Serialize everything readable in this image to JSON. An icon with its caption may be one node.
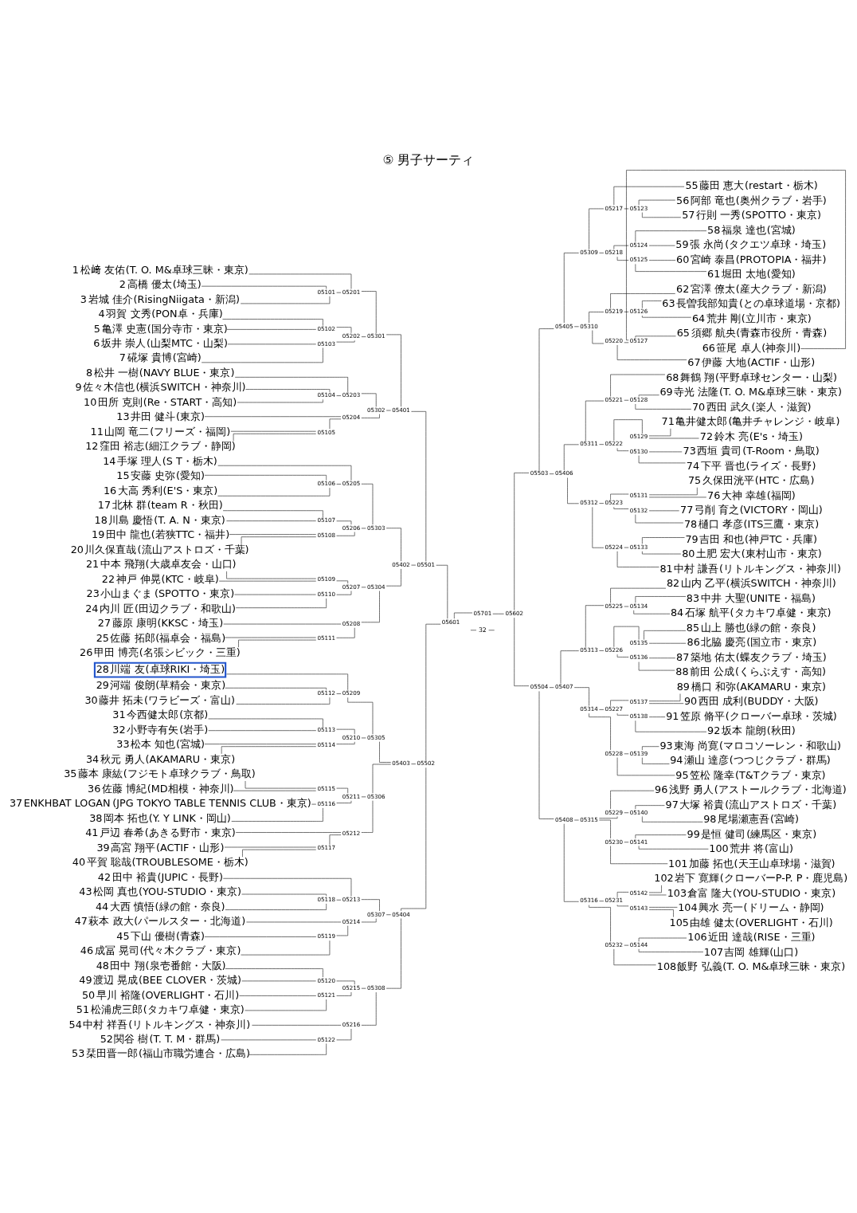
{
  "diagram": {
    "title": "⑤ 男子サーティ",
    "nodes": [
      {
        "text": [
          "1",
          "松﨑 友佑",
          "(T. O. M&卓球三昧・東京)"
        ]
      },
      {
        "text": [
          "2",
          "高橋 優太",
          "(埼玉)"
        ]
      },
      {
        "text": [
          "3",
          "岩城 佳介",
          "(RisingNiigata・新潟)"
        ]
      },
      {
        "text": [
          "4",
          "羽賀 文秀",
          "(PON卓・兵庫)"
        ]
      },
      {
        "text": [
          "5",
          "亀澤 史憲",
          "(国分寺市・東京)"
        ]
      },
      {
        "text": [
          "6",
          "坂井 崇人",
          "(山梨MTC・山梨)"
        ]
      },
      {
        "text": [
          "7",
          "硴塚 貴博",
          "(宮崎)"
        ]
      },
      {
        "text": [
          "8",
          "松井 一樹",
          "(NAVY BLUE・東京)"
        ]
      },
      {
        "text": [
          "9",
          "佐々木信也",
          "(横浜SWITCH・神奈川)"
        ]
      },
      {
        "text": [
          "10",
          "田所 克則",
          "(Re・START・高知)"
        ]
      },
      {
        "text": [
          "11",
          "山岡 竜二",
          "(フリーズ・福岡)"
        ]
      },
      {
        "text": [
          "12",
          "窪田 裕志",
          "(細江クラブ・静岡)"
        ]
      },
      {
        "text": [
          "13",
          "井田 健斗",
          "(東京)"
        ]
      },
      {
        "text": [
          "14",
          "手塚 理人",
          "(S T・栃木)"
        ]
      },
      {
        "text": [
          "15",
          "安藤 史弥",
          "(愛知)"
        ]
      },
      {
        "text": [
          "16",
          "大高 秀利",
          "(E'S・東京)"
        ]
      },
      {
        "text": [
          "17",
          "北林 群",
          "(team R・秋田)"
        ]
      },
      {
        "text": [
          "18",
          "川島 慶悟",
          "(T. A. N・東京)"
        ]
      },
      {
        "text": [
          "19",
          "田中 龍也",
          "(若狭TTC・福井)"
        ]
      },
      {
        "text": [
          "20",
          "川久保直哉",
          "(流山アストロズ・千葉)"
        ]
      },
      {
        "text": [
          "21",
          "中本 飛翔",
          "(大歳卓友会・山口)"
        ]
      },
      {
        "text": [
          "22",
          "神戸 伸晃",
          "(KTC・岐阜)"
        ]
      },
      {
        "text": [
          "23",
          "小山まぐま",
          "(SPOTTO・東京)"
        ]
      },
      {
        "text": [
          "24",
          "内川 匠",
          "(田辺クラブ・和歌山)"
        ]
      },
      {
        "text": [
          "25",
          "佐藤 拓郎",
          "(福卓会・福島)"
        ]
      },
      {
        "text": [
          "26",
          "甲田 博亮",
          "(名張シビック・三重)"
        ]
      },
      {
        "text": [
          "27",
          "藤原 康明",
          "(KKSC・埼玉)"
        ]
      },
      {
        "text": [
          "28",
          "川端 友",
          "(卓球RIKI・埼玉)"
        ]
      },
      {
        "text": [
          "29",
          "河端 俊朗",
          "(草精会・東京)"
        ]
      },
      {
        "text": [
          "30",
          "藤井 拓未",
          "(ワラビーズ・富山)"
        ]
      },
      {
        "text": [
          "31",
          "今西健太郎",
          "(京都)"
        ]
      },
      {
        "text": [
          "32",
          "小野寺有矢",
          "(岩手)"
        ]
      },
      {
        "text": [
          "33",
          "松本 知也",
          "(宮城)"
        ]
      },
      {
        "text": [
          "34",
          "秋元 勇人",
          "(AKAMARU・東京)"
        ]
      },
      {
        "text": [
          "35",
          "藤本 康紘",
          "(フジモト卓球クラブ・鳥取)"
        ]
      },
      {
        "text": [
          "36",
          "佐藤 博紀",
          "(MD相模・神奈川)"
        ]
      },
      {
        "text": [
          "37",
          "ENKHBAT LOGAN",
          "(JPG TOKYO TABLE TENNIS CLUB・東京)"
        ]
      },
      {
        "text": [
          "38",
          "岡本 拓也",
          "(Y. Y LINK・岡山)"
        ]
      },
      {
        "text": [
          "39",
          "高宮 翔平",
          "(ACTIF・山形)"
        ]
      },
      {
        "text": [
          "40",
          "平賀 聡哉",
          "(TROUBLESOME・栃木)"
        ]
      },
      {
        "text": [
          "41",
          "戸辺 春希",
          "(あきる野市・東京)"
        ]
      },
      {
        "text": [
          "42",
          "田中 裕貴",
          "(JUPIC・長野)"
        ]
      },
      {
        "text": [
          "43",
          "松岡 真也",
          "(YOU-STUDIO・東京)"
        ]
      },
      {
        "text": [
          "44",
          "大西 慎悟",
          "(緑の館・奈良)"
        ]
      },
      {
        "text": [
          "45",
          "下山 優樹",
          "(青森)"
        ]
      },
      {
        "text": [
          "46",
          "成冨 晃司",
          "(代々木クラブ・東京)"
        ]
      },
      {
        "text": [
          "47",
          "萩本 政大",
          "(パールスター・北海道)"
        ]
      },
      {
        "text": [
          "48",
          "田中 翔",
          "(泉壱番館・大阪)"
        ]
      },
      {
        "text": [
          "49",
          "渡辺 晃成",
          "(BEE CLOVER・茨城)"
        ]
      },
      {
        "text": [
          "50",
          "早川 裕隆",
          "(OVERLIGHT・石川)"
        ]
      },
      {
        "text": [
          "51",
          "松浦虎三郎",
          "(タカキワ卓健・東京)"
        ]
      },
      {
        "text": [
          "52",
          "関谷 樹",
          "(T. T. M・群馬)"
        ]
      },
      {
        "text": [
          "53",
          "栞田晋一郎",
          "(福山市職労連合・広島)"
        ]
      },
      {
        "text": [
          "54",
          "中村 祥吾",
          "(リトルキングス・神奈川)"
        ]
      },
      {
        "text": [
          "55",
          "藤田 恵大",
          "(restart・栃木)"
        ]
      },
      {
        "text": [
          "56",
          "阿部 竜也",
          "(奥州クラブ・岩手)"
        ]
      },
      {
        "text": [
          "57",
          "行則 一秀",
          "(SPOTTO・東京)"
        ]
      },
      {
        "text": [
          "58",
          "福泉 達也",
          "(宮城)"
        ]
      },
      {
        "text": [
          "59",
          "張 永尚",
          "(タクエツ卓球・埼玉)"
        ]
      },
      {
        "text": [
          "60",
          "宮崎 泰昌",
          "(PROTOPIA・福井)"
        ]
      },
      {
        "text": [
          "61",
          "堀田 太地",
          "(愛知)"
        ]
      },
      {
        "text": [
          "62",
          "宮澤 僚太",
          "(産大クラブ・新潟)"
        ]
      },
      {
        "text": [
          "63",
          "長曽我部知貴",
          "(との卓球道場・京都)"
        ]
      },
      {
        "text": [
          "64",
          "荒井 剛",
          "(立川市・東京)"
        ]
      },
      {
        "text": [
          "65",
          "須郷 航央",
          "(青森市役所・青森)"
        ]
      },
      {
        "text": [
          "66",
          "笹尾 卓人",
          "(神奈川)"
        ]
      },
      {
        "text": [
          "67",
          "伊藤 大地",
          "(ACTIF・山形)"
        ]
      },
      {
        "text": [
          "68",
          "舞鶴 翔",
          "(平野卓球センター・山梨)"
        ]
      },
      {
        "text": [
          "69",
          "寺光 法隆",
          "(T. O. M&卓球三昧・東京)"
        ]
      },
      {
        "text": [
          "70",
          "西田 武久",
          "(楽人・滋賀)"
        ]
      },
      {
        "text": [
          "71",
          "亀井健太郎",
          "(亀井チャレンジ・岐阜)"
        ]
      },
      {
        "text": [
          "72",
          "鈴木 亮",
          "(E's・埼玉)"
        ]
      },
      {
        "text": [
          "73",
          "西垣 貴司",
          "(T-Room・鳥取)"
        ]
      },
      {
        "text": [
          "74",
          "下平 晋也",
          "(ライズ・長野)"
        ]
      },
      {
        "text": [
          "75",
          "久保田洸平",
          "(HTC・広島)"
        ]
      },
      {
        "text": [
          "76",
          "大神 幸雄",
          "(福岡)"
        ]
      },
      {
        "text": [
          "77",
          "弓削 育之",
          "(VICTORY・岡山)"
        ]
      },
      {
        "text": [
          "78",
          "樋口 孝彦",
          "(ITS三鷹・東京)"
        ]
      },
      {
        "text": [
          "79",
          "吉田 和也",
          "(神戸TC・兵庫)"
        ]
      },
      {
        "text": [
          "80",
          "土肥 宏大",
          "(東村山市・東京)"
        ]
      },
      {
        "text": [
          "81",
          "中村 謙吾",
          "(リトルキングス・神奈川)"
        ]
      },
      {
        "text": [
          "82",
          "山内 乙平",
          "(横浜SWITCH・神奈川)"
        ]
      },
      {
        "text": [
          "83",
          "中井 大聖",
          "(UNITE・福島)"
        ]
      },
      {
        "text": [
          "84",
          "石塚 航平",
          "(タカキワ卓健・東京)"
        ]
      },
      {
        "text": [
          "85",
          "山上 勝也",
          "(緑の館・奈良)"
        ]
      },
      {
        "text": [
          "86",
          "北脇 慶亮",
          "(国立市・東京)"
        ]
      },
      {
        "text": [
          "87",
          "築地 佑太",
          "(蝶友クラブ・埼玉)"
        ]
      },
      {
        "text": [
          "88",
          "前田 公成",
          "(くらぶえす・高知)"
        ]
      },
      {
        "text": [
          "89",
          "橋口 和弥",
          "(AKAMARU・東京)"
        ]
      },
      {
        "text": [
          "90",
          "西田 成利",
          "(BUDDY・大阪)"
        ]
      },
      {
        "text": [
          "91",
          "笠原 脩平",
          "(クローバー卓球・茨城)"
        ]
      },
      {
        "text": [
          "92",
          "坂本 龍朗",
          "(秋田)"
        ]
      },
      {
        "text": [
          "93",
          "東海 尚寛",
          "(マロコソーレン・和歌山)"
        ]
      },
      {
        "text": [
          "94",
          "瀬山 達彦",
          "(つつじクラブ・群馬)"
        ]
      },
      {
        "text": [
          "95",
          "笠松 隆幸",
          "(T&Tクラブ・東京)"
        ]
      },
      {
        "text": [
          "96",
          "浅野 勇人",
          "(アストールクラブ・北海道)"
        ]
      },
      {
        "text": [
          "97",
          "大塚 裕貴",
          "(流山アストロズ・千葉)"
        ]
      },
      {
        "text": [
          "98",
          "尾場瀬憲吾",
          "(宮崎)"
        ]
      },
      {
        "text": [
          "99",
          "是恒 健司",
          "(練馬区・東京)"
        ]
      },
      {
        "text": [
          "100",
          "荒井 将",
          "(富山)"
        ]
      },
      {
        "text": [
          "101",
          "加藤 拓也",
          "(天王山卓球場・滋賀)"
        ]
      },
      {
        "text": [
          "102",
          "岩下 寛輝",
          "(クローバーP-P. P・鹿児島)"
        ]
      },
      {
        "text": [
          "103",
          "倉富 隆大",
          "(YOU-STUDIO・東京)"
        ]
      },
      {
        "text": [
          "104",
          "興水 亮一",
          "(ドリーム・静岡)"
        ]
      },
      {
        "text": [
          "105",
          "由雄 健太",
          "(OVERLIGHT・石川)"
        ]
      },
      {
        "text": [
          "106",
          "近田 達哉",
          "(RISE・三重)"
        ]
      },
      {
        "text": [
          "107",
          "吉岡 雄輝",
          "(山口)"
        ]
      },
      {
        "text": [
          "108",
          "飯野 弘義",
          "(T. O. M&卓球三昧・東京)"
        ]
      },
      {
        "text": [
          "05101"
        ]
      },
      {
        "text": [
          "05102"
        ]
      },
      {
        "text": [
          "05103"
        ]
      },
      {
        "text": [
          "05104"
        ]
      },
      {
        "text": [
          "05105"
        ]
      },
      {
        "text": [
          "05106"
        ]
      },
      {
        "text": [
          "05107"
        ]
      },
      {
        "text": [
          "05108"
        ]
      },
      {
        "text": [
          "05109"
        ]
      },
      {
        "text": [
          "05110"
        ]
      },
      {
        "text": [
          "05111"
        ]
      },
      {
        "text": [
          "05112"
        ]
      },
      {
        "text": [
          "05113"
        ]
      },
      {
        "text": [
          "05114"
        ]
      },
      {
        "text": [
          "05115"
        ]
      },
      {
        "text": [
          "05116"
        ]
      },
      {
        "text": [
          "05117"
        ]
      },
      {
        "text": [
          "05118"
        ]
      },
      {
        "text": [
          "05119"
        ]
      },
      {
        "text": [
          "05120"
        ]
      },
      {
        "text": [
          "05121"
        ]
      },
      {
        "text": [
          "05122"
        ]
      },
      {
        "text": [
          "05201"
        ]
      },
      {
        "text": [
          "05202"
        ]
      },
      {
        "text": [
          "05203"
        ]
      },
      {
        "text": [
          "05204"
        ]
      },
      {
        "text": [
          "05205"
        ]
      },
      {
        "text": [
          "05206"
        ]
      },
      {
        "text": [
          "05207"
        ]
      },
      {
        "text": [
          "05208"
        ]
      },
      {
        "text": [
          "05209"
        ]
      },
      {
        "text": [
          "05210"
        ]
      },
      {
        "text": [
          "05211"
        ]
      },
      {
        "text": [
          "05212"
        ]
      },
      {
        "text": [
          "05213"
        ]
      },
      {
        "text": [
          "05214"
        ]
      },
      {
        "text": [
          "05215"
        ]
      },
      {
        "text": [
          "05216"
        ]
      },
      {
        "text": [
          "05301"
        ]
      },
      {
        "text": [
          "05302"
        ]
      },
      {
        "text": [
          "05303"
        ]
      },
      {
        "text": [
          "05304"
        ]
      },
      {
        "text": [
          "05305"
        ]
      },
      {
        "text": [
          "05306"
        ]
      },
      {
        "text": [
          "05307"
        ]
      },
      {
        "text": [
          "05308"
        ]
      },
      {
        "text": [
          "05401"
        ]
      },
      {
        "text": [
          "05402"
        ]
      },
      {
        "text": [
          "05403"
        ]
      },
      {
        "text": [
          "05404"
        ]
      },
      {
        "text": [
          "05501"
        ]
      },
      {
        "text": [
          "05502"
        ]
      },
      {
        "text": [
          "05601"
        ]
      },
      {
        "text": [
          "05701"
        ]
      },
      {
        "text": [
          "05602"
        ]
      },
      {
        "text": [
          "05503"
        ]
      },
      {
        "text": [
          "05504"
        ]
      },
      {
        "text": [
          "05405"
        ]
      },
      {
        "text": [
          "05406"
        ]
      },
      {
        "text": [
          "05407"
        ]
      },
      {
        "text": [
          "05408"
        ]
      },
      {
        "text": [
          "05309"
        ]
      },
      {
        "text": [
          "05310"
        ]
      },
      {
        "text": [
          "05311"
        ]
      },
      {
        "text": [
          "05312"
        ]
      },
      {
        "text": [
          "05313"
        ]
      },
      {
        "text": [
          "05314"
        ]
      },
      {
        "text": [
          "05315"
        ]
      },
      {
        "text": [
          "05316"
        ]
      },
      {
        "text": [
          "05217"
        ]
      },
      {
        "text": [
          "05218"
        ]
      },
      {
        "text": [
          "05219"
        ]
      },
      {
        "text": [
          "05220"
        ]
      },
      {
        "text": [
          "05221"
        ]
      },
      {
        "text": [
          "05222"
        ]
      },
      {
        "text": [
          "05223"
        ]
      },
      {
        "text": [
          "05224"
        ]
      },
      {
        "text": [
          "05225"
        ]
      },
      {
        "text": [
          "05226"
        ]
      },
      {
        "text": [
          "05227"
        ]
      },
      {
        "text": [
          "05228"
        ]
      },
      {
        "text": [
          "05229"
        ]
      },
      {
        "text": [
          "05230"
        ]
      },
      {
        "text": [
          "05231"
        ]
      },
      {
        "text": [
          "05232"
        ]
      },
      {
        "text": [
          "05123"
        ]
      },
      {
        "text": [
          "05124"
        ]
      },
      {
        "text": [
          "05125"
        ]
      },
      {
        "text": [
          "05126"
        ]
      },
      {
        "text": [
          "05127"
        ]
      },
      {
        "text": [
          "05128"
        ]
      },
      {
        "text": [
          "05129"
        ]
      },
      {
        "text": [
          "05130"
        ]
      },
      {
        "text": [
          "05131"
        ]
      },
      {
        "text": [
          "05132"
        ]
      },
      {
        "text": [
          "05133"
        ]
      },
      {
        "text": [
          "05134"
        ]
      },
      {
        "text": [
          "05135"
        ]
      },
      {
        "text": [
          "05136"
        ]
      },
      {
        "text": [
          "05137"
        ]
      },
      {
        "text": [
          "05138"
        ]
      },
      {
        "text": [
          "05139"
        ]
      },
      {
        "text": [
          "05140"
        ]
      },
      {
        "text": [
          "05141"
        ]
      },
      {
        "text": [
          "05142"
        ]
      },
      {
        "text": [
          "05143"
        ]
      },
      {
        "text": [
          "05144"
        ]
      }
    ],
    "edges": [
      {
        "from": 0,
        "to": 130,
        "arrow": "none"
      },
      {
        "from": 1,
        "to": 108,
        "arrow": "none"
      },
      {
        "from": 2,
        "to": 108,
        "arrow": "none"
      },
      {
        "from": 3,
        "to": 109,
        "arrow": "none"
      },
      {
        "from": 4,
        "to": 109,
        "arrow": "none"
      },
      {
        "from": 5,
        "to": 110,
        "arrow": "none"
      },
      {
        "from": 6,
        "to": 110,
        "arrow": "none"
      },
      {
        "from": 7,
        "to": 132,
        "arrow": "none"
      },
      {
        "from": 8,
        "to": 111,
        "arrow": "none"
      },
      {
        "from": 9,
        "to": 111,
        "arrow": "none"
      },
      {
        "from": 10,
        "to": 112,
        "arrow": "none"
      },
      {
        "from": 11,
        "to": 112,
        "arrow": "none"
      },
      {
        "from": 12,
        "to": 133,
        "arrow": "none"
      },
      {
        "from": 13,
        "to": 134,
        "arrow": "none"
      },
      {
        "from": 14,
        "to": 113,
        "arrow": "none"
      },
      {
        "from": 15,
        "to": 113,
        "arrow": "none"
      },
      {
        "from": 16,
        "to": 114,
        "arrow": "none"
      },
      {
        "from": 17,
        "to": 114,
        "arrow": "none"
      },
      {
        "from": 18,
        "to": 115,
        "arrow": "none"
      },
      {
        "from": 19,
        "to": 115,
        "arrow": "none"
      },
      {
        "from": 20,
        "to": 116,
        "arrow": "none"
      },
      {
        "from": 21,
        "to": 116,
        "arrow": "none"
      },
      {
        "from": 22,
        "to": 117,
        "arrow": "none"
      },
      {
        "from": 23,
        "to": 117,
        "arrow": "none"
      },
      {
        "from": 24,
        "to": 118,
        "arrow": "none"
      },
      {
        "from": 25,
        "to": 118,
        "arrow": "none"
      },
      {
        "from": 26,
        "to": 137,
        "arrow": "none"
      },
      {
        "from": 27,
        "to": 138,
        "arrow": "none"
      },
      {
        "from": 28,
        "to": 119,
        "arrow": "none"
      },
      {
        "from": 29,
        "to": 119,
        "arrow": "none"
      },
      {
        "from": 30,
        "to": 120,
        "arrow": "none"
      },
      {
        "from": 31,
        "to": 120,
        "arrow": "none"
      },
      {
        "from": 32,
        "to": 121,
        "arrow": "none"
      },
      {
        "from": 33,
        "to": 121,
        "arrow": "none"
      },
      {
        "from": 34,
        "to": 122,
        "arrow": "none"
      },
      {
        "from": 35,
        "to": 122,
        "arrow": "none"
      },
      {
        "from": 36,
        "to": 123,
        "arrow": "none"
      },
      {
        "from": 37,
        "to": 123,
        "arrow": "none"
      },
      {
        "from": 38,
        "to": 124,
        "arrow": "none"
      },
      {
        "from": 39,
        "to": 124,
        "arrow": "none"
      },
      {
        "from": 40,
        "to": 141,
        "arrow": "none"
      },
      {
        "from": 41,
        "to": 142,
        "arrow": "none"
      },
      {
        "from": 42,
        "to": 125,
        "arrow": "none"
      },
      {
        "from": 43,
        "to": 125,
        "arrow": "none"
      },
      {
        "from": 44,
        "to": 126,
        "arrow": "none"
      },
      {
        "from": 45,
        "to": 126,
        "arrow": "none"
      },
      {
        "from": 46,
        "to": 143,
        "arrow": "none"
      },
      {
        "from": 47,
        "to": 127,
        "arrow": "none"
      },
      {
        "from": 48,
        "to": 127,
        "arrow": "none"
      },
      {
        "from": 49,
        "to": 128,
        "arrow": "none"
      },
      {
        "from": 50,
        "to": 128,
        "arrow": "none"
      },
      {
        "from": 51,
        "to": 129,
        "arrow": "none"
      },
      {
        "from": 52,
        "to": 129,
        "arrow": "none"
      },
      {
        "from": 53,
        "to": 145,
        "arrow": "none"
      },
      {
        "from": 108,
        "to": 130,
        "arrow": "none"
      },
      {
        "from": 109,
        "to": 131,
        "arrow": "none"
      },
      {
        "from": 110,
        "to": 131,
        "arrow": "none"
      },
      {
        "from": 111,
        "to": 132,
        "arrow": "none"
      },
      {
        "from": 112,
        "to": 133,
        "arrow": "none"
      },
      {
        "from": 113,
        "to": 134,
        "arrow": "none"
      },
      {
        "from": 114,
        "to": 135,
        "arrow": "none"
      },
      {
        "from": 115,
        "to": 135,
        "arrow": "none"
      },
      {
        "from": 116,
        "to": 136,
        "arrow": "none"
      },
      {
        "from": 117,
        "to": 136,
        "arrow": "none"
      },
      {
        "from": 118,
        "to": 137,
        "arrow": "none"
      },
      {
        "from": 119,
        "to": 138,
        "arrow": "none"
      },
      {
        "from": 120,
        "to": 139,
        "arrow": "none"
      },
      {
        "from": 121,
        "to": 139,
        "arrow": "none"
      },
      {
        "from": 122,
        "to": 140,
        "arrow": "none"
      },
      {
        "from": 123,
        "to": 140,
        "arrow": "none"
      },
      {
        "from": 124,
        "to": 141,
        "arrow": "none"
      },
      {
        "from": 125,
        "to": 142,
        "arrow": "none"
      },
      {
        "from": 126,
        "to": 143,
        "arrow": "none"
      },
      {
        "from": 127,
        "to": 144,
        "arrow": "none"
      },
      {
        "from": 128,
        "to": 144,
        "arrow": "none"
      },
      {
        "from": 129,
        "to": 145,
        "arrow": "none"
      },
      {
        "from": 130,
        "to": 146,
        "arrow": "none"
      },
      {
        "from": 131,
        "to": 146,
        "arrow": "none"
      },
      {
        "from": 132,
        "to": 147,
        "arrow": "none"
      },
      {
        "from": 133,
        "to": 147,
        "arrow": "none"
      },
      {
        "from": 134,
        "to": 148,
        "arrow": "none"
      },
      {
        "from": 135,
        "to": 148,
        "arrow": "none"
      },
      {
        "from": 136,
        "to": 149,
        "arrow": "none"
      },
      {
        "from": 137,
        "to": 149,
        "arrow": "none"
      },
      {
        "from": 138,
        "to": 150,
        "arrow": "none"
      },
      {
        "from": 139,
        "to": 150,
        "arrow": "none"
      },
      {
        "from": 140,
        "to": 151,
        "arrow": "none"
      },
      {
        "from": 141,
        "to": 151,
        "arrow": "none"
      },
      {
        "from": 142,
        "to": 152,
        "arrow": "none"
      },
      {
        "from": 143,
        "to": 152,
        "arrow": "none"
      },
      {
        "from": 144,
        "to": 153,
        "arrow": "none"
      },
      {
        "from": 145,
        "to": 153,
        "arrow": "none"
      },
      {
        "from": 146,
        "to": 154,
        "arrow": "none"
      },
      {
        "from": 147,
        "to": 154,
        "arrow": "none"
      },
      {
        "from": 148,
        "to": 155,
        "arrow": "none"
      },
      {
        "from": 149,
        "to": 155,
        "arrow": "none"
      },
      {
        "from": 150,
        "to": 156,
        "arrow": "none"
      },
      {
        "from": 151,
        "to": 156,
        "arrow": "none"
      },
      {
        "from": 152,
        "to": 157,
        "arrow": "none"
      },
      {
        "from": 153,
        "to": 157,
        "arrow": "none"
      },
      {
        "from": 154,
        "to": 158,
        "arrow": "none"
      },
      {
        "from": 155,
        "to": 158,
        "arrow": "none"
      },
      {
        "from": 156,
        "to": 159,
        "arrow": "none"
      },
      {
        "from": 157,
        "to": 159,
        "arrow": "none"
      },
      {
        "from": 158,
        "to": 160,
        "arrow": "none"
      },
      {
        "from": 159,
        "to": 160,
        "arrow": "none"
      },
      {
        "from": 160,
        "to": 161,
        "arrow": "none"
      },
      {
        "from": 161,
        "to": 162,
        "arrow": "none"
      },
      {
        "from": 162,
        "to": 163,
        "arrow": "none"
      },
      {
        "from": 162,
        "to": 164,
        "arrow": "none"
      },
      {
        "from": 163,
        "to": 165,
        "arrow": "none"
      },
      {
        "from": 163,
        "to": 166,
        "arrow": "none"
      },
      {
        "from": 164,
        "to": 167,
        "arrow": "none"
      },
      {
        "from": 164,
        "to": 168,
        "arrow": "none"
      },
      {
        "from": 165,
        "to": 169,
        "arrow": "none"
      },
      {
        "from": 165,
        "to": 170,
        "arrow": "none"
      },
      {
        "from": 166,
        "to": 171,
        "arrow": "none"
      },
      {
        "from": 166,
        "to": 172,
        "arrow": "none"
      },
      {
        "from": 167,
        "to": 173,
        "arrow": "none"
      },
      {
        "from": 167,
        "to": 174,
        "arrow": "none"
      },
      {
        "from": 168,
        "to": 175,
        "arrow": "none"
      },
      {
        "from": 168,
        "to": 176,
        "arrow": "none"
      },
      {
        "from": 169,
        "to": 177,
        "arrow": "none"
      },
      {
        "from": 169,
        "to": 178,
        "arrow": "none"
      },
      {
        "from": 170,
        "to": 179,
        "arrow": "none"
      },
      {
        "from": 170,
        "to": 180,
        "arrow": "none"
      },
      {
        "from": 171,
        "to": 181,
        "arrow": "none"
      },
      {
        "from": 171,
        "to": 182,
        "arrow": "none"
      },
      {
        "from": 172,
        "to": 183,
        "arrow": "none"
      },
      {
        "from": 172,
        "to": 184,
        "arrow": "none"
      },
      {
        "from": 173,
        "to": 185,
        "arrow": "none"
      },
      {
        "from": 173,
        "to": 186,
        "arrow": "none"
      },
      {
        "from": 174,
        "to": 187,
        "arrow": "none"
      },
      {
        "from": 174,
        "to": 188,
        "arrow": "none"
      },
      {
        "from": 175,
        "to": 189,
        "arrow": "none"
      },
      {
        "from": 175,
        "to": 190,
        "arrow": "none"
      },
      {
        "from": 176,
        "to": 191,
        "arrow": "none"
      },
      {
        "from": 176,
        "to": 192,
        "arrow": "none"
      },
      {
        "from": 177,
        "to": 54,
        "arrow": "none"
      },
      {
        "from": 177,
        "to": 193,
        "arrow": "none"
      },
      {
        "from": 178,
        "to": 194,
        "arrow": "none"
      },
      {
        "from": 178,
        "to": 195,
        "arrow": "none"
      },
      {
        "from": 179,
        "to": 61,
        "arrow": "none"
      },
      {
        "from": 179,
        "to": 196,
        "arrow": "none"
      },
      {
        "from": 180,
        "to": 197,
        "arrow": "none"
      },
      {
        "from": 180,
        "to": 66,
        "arrow": "none"
      },
      {
        "from": 181,
        "to": 67,
        "arrow": "none"
      },
      {
        "from": 181,
        "to": 198,
        "arrow": "none"
      },
      {
        "from": 182,
        "to": 199,
        "arrow": "none"
      },
      {
        "from": 182,
        "to": 200,
        "arrow": "none"
      },
      {
        "from": 183,
        "to": 201,
        "arrow": "none"
      },
      {
        "from": 183,
        "to": 202,
        "arrow": "none"
      },
      {
        "from": 184,
        "to": 203,
        "arrow": "none"
      },
      {
        "from": 184,
        "to": 80,
        "arrow": "none"
      },
      {
        "from": 185,
        "to": 81,
        "arrow": "none"
      },
      {
        "from": 185,
        "to": 204,
        "arrow": "none"
      },
      {
        "from": 186,
        "to": 205,
        "arrow": "none"
      },
      {
        "from": 186,
        "to": 206,
        "arrow": "none"
      },
      {
        "from": 187,
        "to": 207,
        "arrow": "none"
      },
      {
        "from": 187,
        "to": 208,
        "arrow": "none"
      },
      {
        "from": 188,
        "to": 209,
        "arrow": "none"
      },
      {
        "from": 188,
        "to": 94,
        "arrow": "none"
      },
      {
        "from": 189,
        "to": 95,
        "arrow": "none"
      },
      {
        "from": 189,
        "to": 210,
        "arrow": "none"
      },
      {
        "from": 190,
        "to": 211,
        "arrow": "none"
      },
      {
        "from": 190,
        "to": 100,
        "arrow": "none"
      },
      {
        "from": 191,
        "to": 212,
        "arrow": "none"
      },
      {
        "from": 191,
        "to": 213,
        "arrow": "none"
      },
      {
        "from": 192,
        "to": 214,
        "arrow": "none"
      },
      {
        "from": 192,
        "to": 107,
        "arrow": "none"
      },
      {
        "from": 193,
        "to": 55,
        "arrow": "none"
      },
      {
        "from": 193,
        "to": 56,
        "arrow": "none"
      },
      {
        "from": 194,
        "to": 57,
        "arrow": "none"
      },
      {
        "from": 194,
        "to": 58,
        "arrow": "none"
      },
      {
        "from": 195,
        "to": 59,
        "arrow": "none"
      },
      {
        "from": 195,
        "to": 60,
        "arrow": "none"
      },
      {
        "from": 196,
        "to": 62,
        "arrow": "none"
      },
      {
        "from": 196,
        "to": 63,
        "arrow": "none"
      },
      {
        "from": 197,
        "to": 64,
        "arrow": "none"
      },
      {
        "from": 197,
        "to": 65,
        "arrow": "none"
      },
      {
        "from": 198,
        "to": 68,
        "arrow": "none"
      },
      {
        "from": 198,
        "to": 69,
        "arrow": "none"
      },
      {
        "from": 199,
        "to": 70,
        "arrow": "none"
      },
      {
        "from": 199,
        "to": 71,
        "arrow": "none"
      },
      {
        "from": 200,
        "to": 72,
        "arrow": "none"
      },
      {
        "from": 200,
        "to": 73,
        "arrow": "none"
      },
      {
        "from": 201,
        "to": 74,
        "arrow": "none"
      },
      {
        "from": 201,
        "to": 75,
        "arrow": "none"
      },
      {
        "from": 202,
        "to": 76,
        "arrow": "none"
      },
      {
        "from": 202,
        "to": 77,
        "arrow": "none"
      },
      {
        "from": 203,
        "to": 78,
        "arrow": "none"
      },
      {
        "from": 203,
        "to": 79,
        "arrow": "none"
      },
      {
        "from": 204,
        "to": 82,
        "arrow": "none"
      },
      {
        "from": 204,
        "to": 83,
        "arrow": "none"
      },
      {
        "from": 205,
        "to": 84,
        "arrow": "none"
      },
      {
        "from": 205,
        "to": 85,
        "arrow": "none"
      },
      {
        "from": 206,
        "to": 86,
        "arrow": "none"
      },
      {
        "from": 206,
        "to": 87,
        "arrow": "none"
      },
      {
        "from": 207,
        "to": 88,
        "arrow": "none"
      },
      {
        "from": 207,
        "to": 89,
        "arrow": "none"
      },
      {
        "from": 208,
        "to": 90,
        "arrow": "none"
      },
      {
        "from": 208,
        "to": 91,
        "arrow": "none"
      },
      {
        "from": 209,
        "to": 92,
        "arrow": "none"
      },
      {
        "from": 209,
        "to": 93,
        "arrow": "none"
      },
      {
        "from": 210,
        "to": 96,
        "arrow": "none"
      },
      {
        "from": 210,
        "to": 97,
        "arrow": "none"
      },
      {
        "from": 211,
        "to": 98,
        "arrow": "none"
      },
      {
        "from": 211,
        "to": 99,
        "arrow": "none"
      },
      {
        "from": 212,
        "to": 101,
        "arrow": "none"
      },
      {
        "from": 212,
        "to": 102,
        "arrow": "none"
      },
      {
        "from": 213,
        "to": 103,
        "arrow": "none"
      },
      {
        "from": 213,
        "to": 104,
        "arrow": "none"
      },
      {
        "from": 214,
        "to": 105,
        "arrow": "none"
      },
      {
        "from": 214,
        "to": 106,
        "arrow": "none"
      }
    ],
    "labels": [
      "— 32 —"
    ]
  }
}
